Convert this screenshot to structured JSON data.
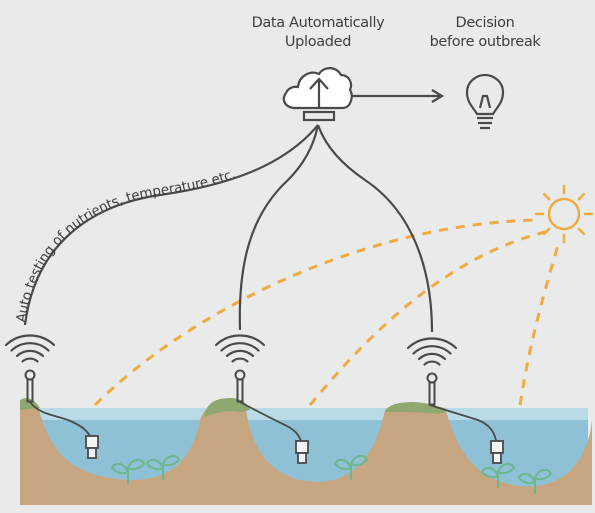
{
  "labels": {
    "upload_line1": "Data Automatically",
    "upload_line2": "Uploaded",
    "decision_line1": "Decision",
    "decision_line2": "before outbreak",
    "testing": "Auto testing of nutrients, temperature etc."
  },
  "icons": {
    "cloud": "cloud-upload-icon",
    "bulb": "lightbulb-icon",
    "sun": "sun-icon",
    "wifi": "wifi-signal-icon",
    "probe": "water-probe-icon",
    "plant": "seedling-icon"
  },
  "colors": {
    "background": "#e9eaea",
    "water": "#8fc1d6",
    "water_surface": "#b9dbe7",
    "soil": "#c6a782",
    "grass": "#8fa86f",
    "line": "#4a4a4a",
    "sunlight": "#f1aa3f",
    "plant": "#6cb78b"
  }
}
